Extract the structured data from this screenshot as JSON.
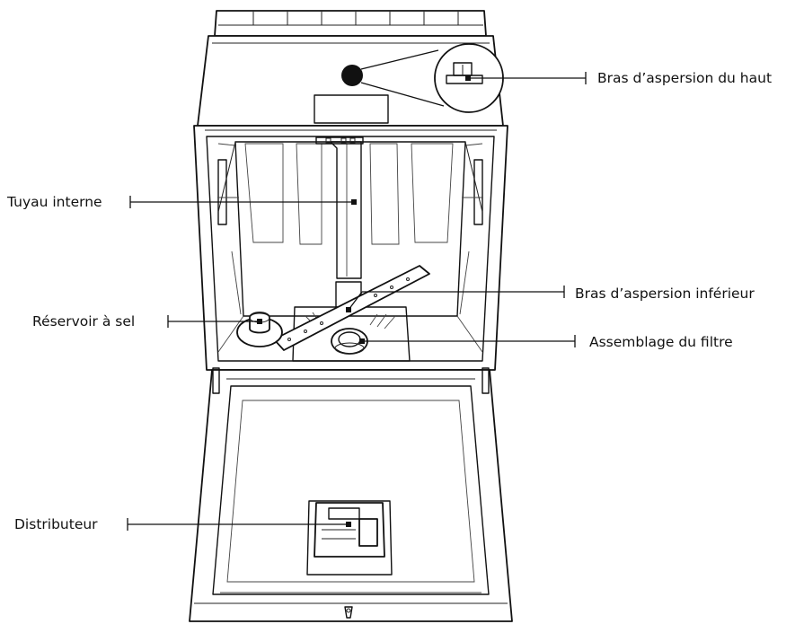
{
  "labels": {
    "upper_spray_arm": "Bras d’aspersion du haut",
    "internal_pipe": "Tuyau interne",
    "lower_spray_arm": "Bras d’aspersion inférieur",
    "salt_reservoir": "Réservoir à sel",
    "filter_assembly": "Assemblage du filtre",
    "dispenser": "Distributeur"
  }
}
